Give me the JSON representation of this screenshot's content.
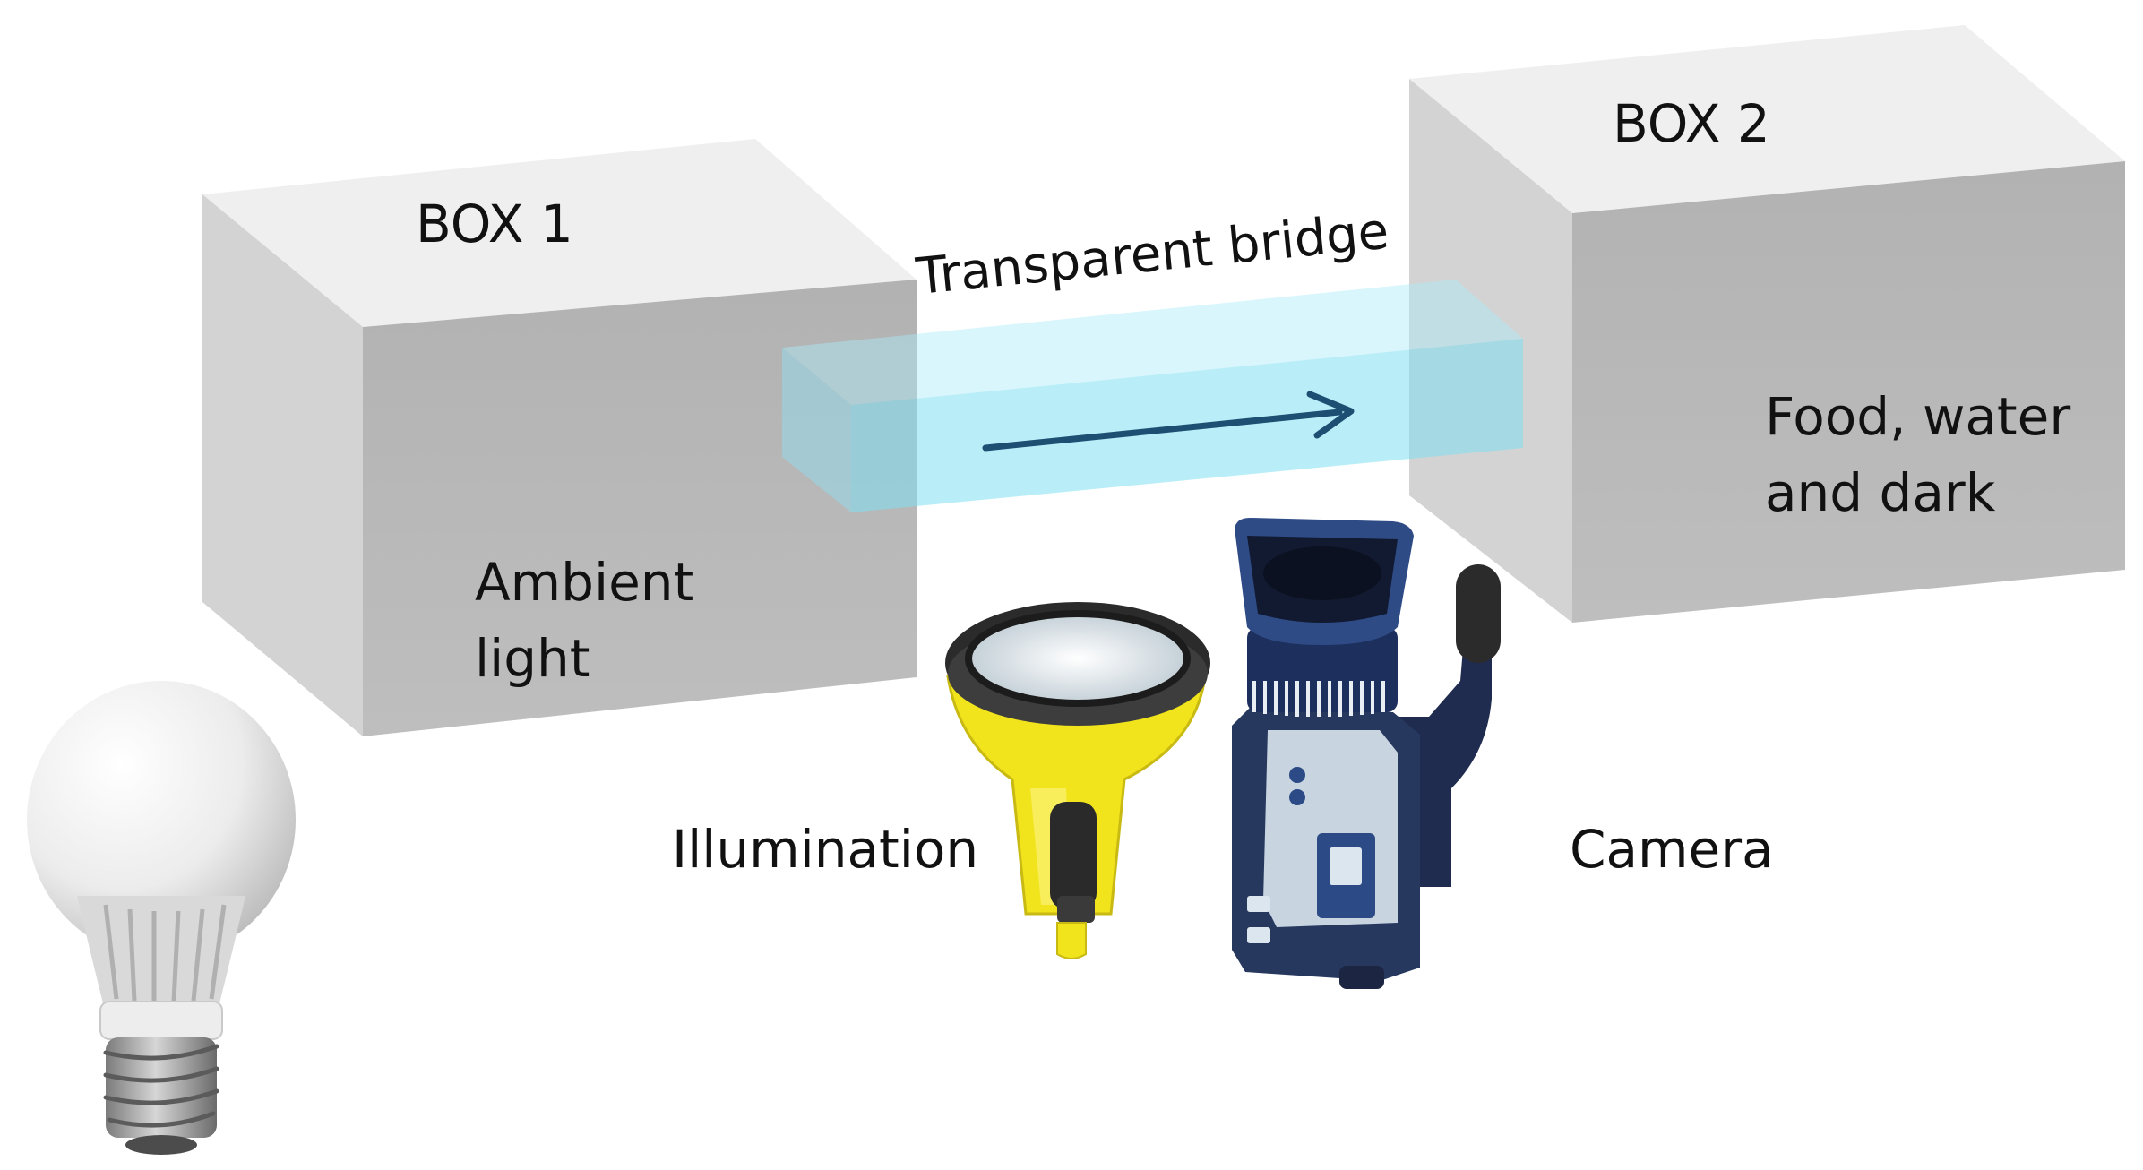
{
  "labels": {
    "box1": "BOX 1",
    "box2": "BOX 2",
    "bridge": "Transparent bridge",
    "box1_content_line1": "Ambient",
    "box1_content_line2": "light",
    "box2_content_line1": "Food, water",
    "box2_content_line2": "and dark",
    "illumination": "Illumination",
    "camera": "Camera"
  },
  "icons": {
    "bulb": "light-bulb-icon",
    "flashlight": "flashlight-icon",
    "camera": "video-camera-icon",
    "arrow": "arrow-right-icon"
  },
  "colors": {
    "box_top": "#efefef",
    "box_front": "#b9b9b9",
    "box_side": "#d2d2d2",
    "bridge": "#8fe4f4",
    "arrow": "#1d4f73",
    "flashlight_body": "#f1e41c",
    "camera_body": "#27385f",
    "camera_panel": "#c8d4e0"
  }
}
